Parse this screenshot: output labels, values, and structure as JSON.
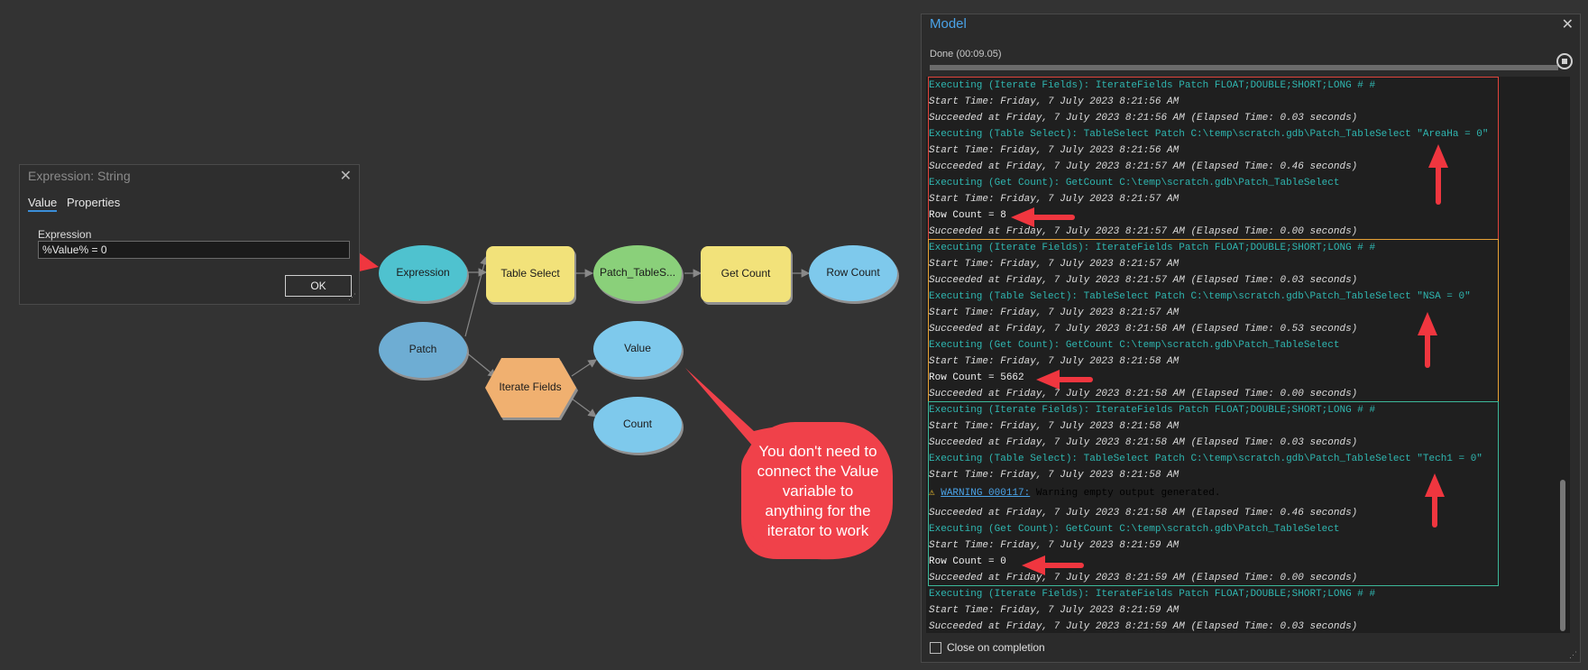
{
  "expression_dialog": {
    "title": "Expression: String",
    "close_icon": "close-icon",
    "tabs": [
      {
        "label": "Value",
        "active": true
      },
      {
        "label": "Properties",
        "active": false
      }
    ],
    "field_label": "Expression",
    "field_value": "%Value% = 0",
    "ok_label": "OK"
  },
  "diagram": {
    "nodes": {
      "expression": {
        "label": "Expression",
        "color": "#4fc2cf"
      },
      "table_select": {
        "label": "Table Select",
        "color": "#f2e27a"
      },
      "patch_tableselect": {
        "label": "Patch_TableS...",
        "color": "#8ad07a"
      },
      "get_count": {
        "label": "Get Count",
        "color": "#f2e27a"
      },
      "row_count": {
        "label": "Row Count",
        "color": "#7ec9ec"
      },
      "patch": {
        "label": "Patch",
        "color": "#6eadd3"
      },
      "iterate_fields": {
        "label": "Iterate Fields",
        "color": "#f0b070"
      },
      "value": {
        "label": "Value",
        "color": "#7ec9ec"
      },
      "count": {
        "label": "Count",
        "color": "#7ec9ec"
      }
    },
    "callout": {
      "lines": [
        "You don't need to",
        "connect the Value",
        "variable to",
        "anything for the",
        "iterator to work"
      ],
      "color": "#f0414a"
    }
  },
  "messages_window": {
    "title": "Model",
    "status": "Done (00:09.05)",
    "progress_fraction": 1.0,
    "stop_icon": "stop-icon",
    "close_on_completion_label": "Close on completion",
    "close_on_completion_checked": false,
    "accent_colors": {
      "exec": "#2fb6b0",
      "group_1": "#e0443c",
      "group_2": "#e8a235",
      "group_3": "#3cb89a",
      "arrow": "#f0363f"
    },
    "messages": [
      {
        "type": "exec",
        "text": "Executing (Iterate Fields): IterateFields Patch FLOAT;DOUBLE;SHORT;LONG # #"
      },
      {
        "type": "info",
        "text": "Start Time: Friday, 7 July 2023 8:21:56 AM"
      },
      {
        "type": "info",
        "text": "Succeeded at Friday, 7 July 2023 8:21:56 AM (Elapsed Time: 0.03 seconds)"
      },
      {
        "type": "exec",
        "text": "Executing (Table Select): TableSelect Patch C:\\temp\\scratch.gdb\\Patch_TableSelect \"AreaHa = 0\""
      },
      {
        "type": "info",
        "text": "Start Time: Friday, 7 July 2023 8:21:56 AM"
      },
      {
        "type": "info",
        "text": "Succeeded at Friday, 7 July 2023 8:21:57 AM (Elapsed Time: 0.46 seconds)"
      },
      {
        "type": "exec",
        "text": "Executing (Get Count): GetCount C:\\temp\\scratch.gdb\\Patch_TableSelect"
      },
      {
        "type": "info",
        "text": "Start Time: Friday, 7 July 2023 8:21:57 AM"
      },
      {
        "type": "count",
        "text": "Row Count = 8"
      },
      {
        "type": "info",
        "text": "Succeeded at Friday, 7 July 2023 8:21:57 AM (Elapsed Time: 0.00 seconds)"
      },
      {
        "type": "exec",
        "text": "Executing (Iterate Fields): IterateFields Patch FLOAT;DOUBLE;SHORT;LONG # #"
      },
      {
        "type": "info",
        "text": "Start Time: Friday, 7 July 2023 8:21:57 AM"
      },
      {
        "type": "info",
        "text": "Succeeded at Friday, 7 July 2023 8:21:57 AM (Elapsed Time: 0.03 seconds)"
      },
      {
        "type": "exec",
        "text": "Executing (Table Select): TableSelect Patch C:\\temp\\scratch.gdb\\Patch_TableSelect \"NSA = 0\""
      },
      {
        "type": "info",
        "text": "Start Time: Friday, 7 July 2023 8:21:57 AM"
      },
      {
        "type": "info",
        "text": "Succeeded at Friday, 7 July 2023 8:21:58 AM (Elapsed Time: 0.53 seconds)"
      },
      {
        "type": "exec",
        "text": "Executing (Get Count): GetCount C:\\temp\\scratch.gdb\\Patch_TableSelect"
      },
      {
        "type": "info",
        "text": "Start Time: Friday, 7 July 2023 8:21:58 AM"
      },
      {
        "type": "count",
        "text": "Row Count = 5662"
      },
      {
        "type": "info",
        "text": "Succeeded at Friday, 7 July 2023 8:21:58 AM (Elapsed Time: 0.00 seconds)"
      },
      {
        "type": "exec",
        "text": "Executing (Iterate Fields): IterateFields Patch FLOAT;DOUBLE;SHORT;LONG # #"
      },
      {
        "type": "info",
        "text": "Start Time: Friday, 7 July 2023 8:21:58 AM"
      },
      {
        "type": "info",
        "text": "Succeeded at Friday, 7 July 2023 8:21:58 AM (Elapsed Time: 0.03 seconds)"
      },
      {
        "type": "exec",
        "text": "Executing (Table Select): TableSelect Patch C:\\temp\\scratch.gdb\\Patch_TableSelect \"Tech1 = 0\""
      },
      {
        "type": "info",
        "text": "Start Time: Friday, 7 July 2023 8:21:58 AM"
      },
      {
        "type": "warning",
        "link": "WARNING 000117:",
        "text": " Warning empty output generated."
      },
      {
        "type": "info",
        "text": "Succeeded at Friday, 7 July 2023 8:21:58 AM (Elapsed Time: 0.46 seconds)"
      },
      {
        "type": "exec",
        "text": "Executing (Get Count): GetCount C:\\temp\\scratch.gdb\\Patch_TableSelect"
      },
      {
        "type": "info",
        "text": "Start Time: Friday, 7 July 2023 8:21:59 AM"
      },
      {
        "type": "count",
        "text": "Row Count = 0"
      },
      {
        "type": "info",
        "text": "Succeeded at Friday, 7 July 2023 8:21:59 AM (Elapsed Time: 0.00 seconds)"
      },
      {
        "type": "exec",
        "text": "Executing (Iterate Fields): IterateFields Patch FLOAT;DOUBLE;SHORT;LONG # #"
      },
      {
        "type": "info",
        "text": "Start Time: Friday, 7 July 2023 8:21:59 AM"
      },
      {
        "type": "info",
        "text": "Succeeded at Friday, 7 July 2023 8:21:59 AM (Elapsed Time: 0.03 seconds)"
      }
    ]
  }
}
